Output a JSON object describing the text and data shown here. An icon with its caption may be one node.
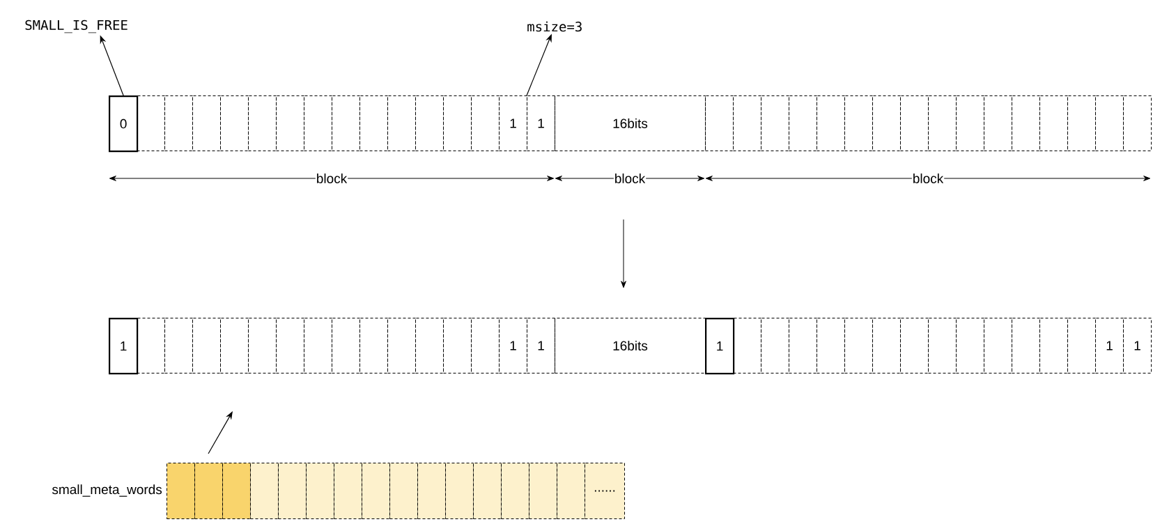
{
  "diagram": {
    "nodes": [
      {
        "text": [
          "SMALL_IS_FREE"
        ]
      },
      {
        "text": [
          "msize=3"
        ]
      },
      {
        "text": [
          "0"
        ]
      },
      {
        "text": [],
        "shape": "box"
      },
      {
        "text": [],
        "shape": "box"
      },
      {
        "text": [],
        "shape": "box"
      },
      {
        "text": [],
        "shape": "box"
      },
      {
        "text": [],
        "shape": "box"
      },
      {
        "text": [],
        "shape": "box"
      },
      {
        "text": [],
        "shape": "box"
      },
      {
        "text": [],
        "shape": "box"
      },
      {
        "text": [],
        "shape": "box"
      },
      {
        "text": [],
        "shape": "box"
      },
      {
        "text": [],
        "shape": "box"
      },
      {
        "text": [],
        "shape": "box"
      },
      {
        "text": [],
        "shape": "box"
      },
      {
        "text": [
          "1"
        ]
      },
      {
        "text": [
          "1"
        ]
      },
      {
        "text": [
          "16bits"
        ]
      },
      {
        "text": [],
        "shape": "box"
      },
      {
        "text": [],
        "shape": "box"
      },
      {
        "text": [],
        "shape": "box"
      },
      {
        "text": [],
        "shape": "box"
      },
      {
        "text": [],
        "shape": "box"
      },
      {
        "text": [],
        "shape": "box"
      },
      {
        "text": [],
        "shape": "box"
      },
      {
        "text": [],
        "shape": "box"
      },
      {
        "text": [],
        "shape": "box"
      },
      {
        "text": [],
        "shape": "box"
      },
      {
        "text": [],
        "shape": "box"
      },
      {
        "text": [],
        "shape": "box"
      },
      {
        "text": [],
        "shape": "box"
      },
      {
        "text": [],
        "shape": "box"
      },
      {
        "text": [],
        "shape": "box"
      },
      {
        "text": [],
        "shape": "box"
      },
      {
        "text": [
          "1"
        ]
      },
      {
        "text": [],
        "shape": "box"
      },
      {
        "text": [],
        "shape": "box"
      },
      {
        "text": [],
        "shape": "box"
      },
      {
        "text": [],
        "shape": "box"
      },
      {
        "text": [],
        "shape": "box"
      },
      {
        "text": [],
        "shape": "box"
      },
      {
        "text": [],
        "shape": "box"
      },
      {
        "text": [],
        "shape": "box"
      },
      {
        "text": [],
        "shape": "box"
      },
      {
        "text": [],
        "shape": "box"
      },
      {
        "text": [],
        "shape": "box"
      },
      {
        "text": [],
        "shape": "box"
      },
      {
        "text": [],
        "shape": "box"
      },
      {
        "text": [
          "1"
        ]
      },
      {
        "text": [
          "1"
        ]
      },
      {
        "text": [
          "16bits"
        ]
      },
      {
        "text": [
          "1"
        ]
      },
      {
        "text": [],
        "shape": "box"
      },
      {
        "text": [],
        "shape": "box"
      },
      {
        "text": [],
        "shape": "box"
      },
      {
        "text": [],
        "shape": "box"
      },
      {
        "text": [],
        "shape": "box"
      },
      {
        "text": [],
        "shape": "box"
      },
      {
        "text": [],
        "shape": "box"
      },
      {
        "text": [],
        "shape": "box"
      },
      {
        "text": [],
        "shape": "box"
      },
      {
        "text": [],
        "shape": "box"
      },
      {
        "text": [],
        "shape": "box"
      },
      {
        "text": [],
        "shape": "box"
      },
      {
        "text": [],
        "shape": "box"
      },
      {
        "text": [
          "1"
        ]
      },
      {
        "text": [
          "1"
        ]
      },
      {
        "text": [],
        "shape": "box"
      },
      {
        "text": [],
        "shape": "box"
      },
      {
        "text": [],
        "shape": "box"
      },
      {
        "text": [],
        "shape": "box"
      },
      {
        "text": [],
        "shape": "box"
      },
      {
        "text": [],
        "shape": "box"
      },
      {
        "text": [],
        "shape": "box"
      },
      {
        "text": [],
        "shape": "box"
      },
      {
        "text": [],
        "shape": "box"
      },
      {
        "text": [],
        "shape": "box"
      },
      {
        "text": [],
        "shape": "box"
      },
      {
        "text": [],
        "shape": "box"
      },
      {
        "text": [],
        "shape": "box"
      },
      {
        "text": [],
        "shape": "box"
      },
      {
        "text": [],
        "shape": "box"
      },
      {
        "text": [
          "......"
        ]
      }
    ],
    "edges": [
      {
        "from": 2,
        "to": 0,
        "arrow": "to"
      },
      {
        "from": 17,
        "to": 1,
        "arrow": "to"
      },
      {
        "from": 69,
        "to": null,
        "arrow": "to"
      }
    ],
    "labels": [
      "block",
      "block",
      "block",
      "small_meta_words"
    ]
  }
}
